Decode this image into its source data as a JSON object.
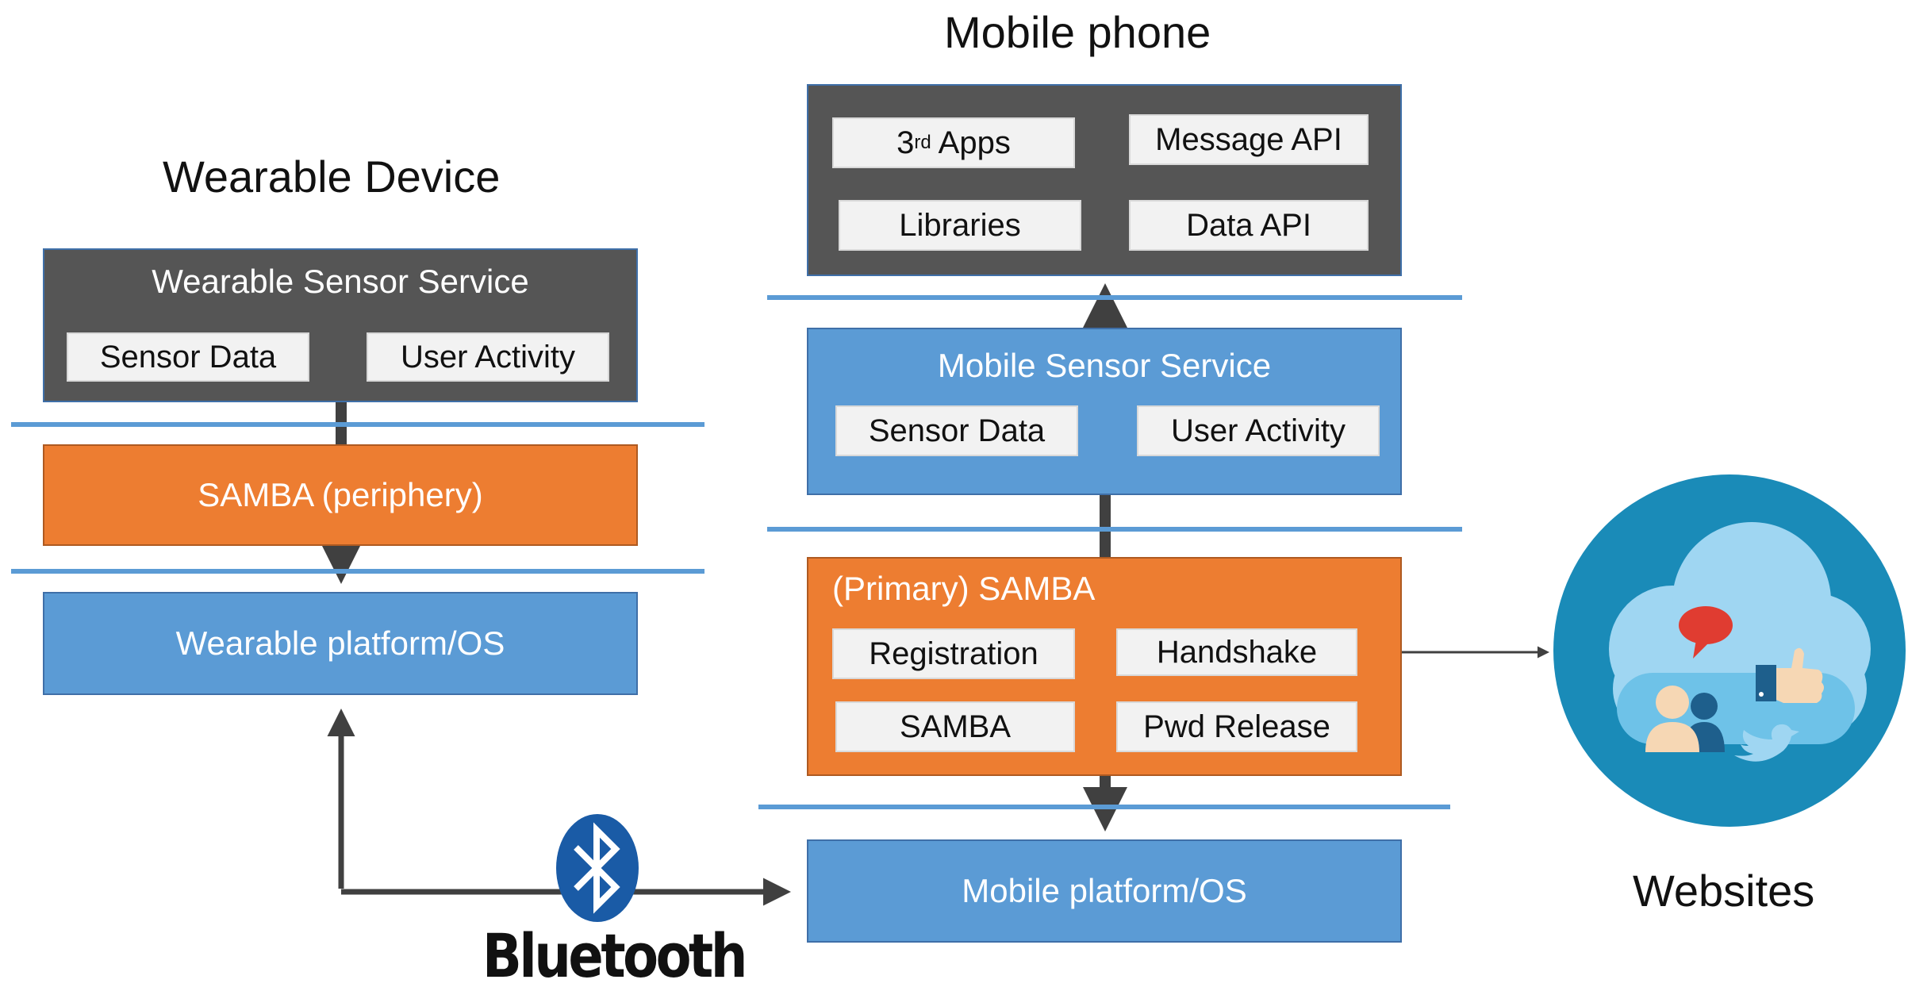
{
  "headings": {
    "mobile_phone": "Mobile phone",
    "wearable_device": "Wearable Device",
    "websites": "Websites"
  },
  "wearable": {
    "sensor_service": {
      "title": "Wearable Sensor Service",
      "sensor_data": "Sensor Data",
      "user_activity": "User Activity"
    },
    "samba": "SAMBA (periphery)",
    "platform": "Wearable platform/OS"
  },
  "mobile": {
    "apps_box": {
      "third_apps_num": "3",
      "third_apps_sup": "rd",
      "third_apps_text": " Apps",
      "message_api": "Message API",
      "libraries": "Libraries",
      "data_api": "Data API"
    },
    "sensor_service": {
      "title": "Mobile Sensor Service",
      "sensor_data": "Sensor Data",
      "user_activity": "User Activity"
    },
    "samba": {
      "title": "(Primary) SAMBA",
      "registration": "Registration",
      "handshake": "Handshake",
      "samba": "SAMBA",
      "pwd_release": "Pwd Release"
    },
    "platform": "Mobile platform/OS"
  },
  "bluetooth": {
    "label": "Bluetooth"
  },
  "colors": {
    "dark_panel": "#555555",
    "blue_panel": "#5b9bd5",
    "orange_panel": "#ed7d31",
    "website_circle": "#1a8bb8",
    "bluetooth_blue": "#1a5ba6"
  },
  "icons": [
    "bluetooth-icon",
    "websites-cloud-icon",
    "speech-bubble-icon",
    "thumbs-up-icon",
    "people-icon",
    "twitter-bird-icon"
  ]
}
